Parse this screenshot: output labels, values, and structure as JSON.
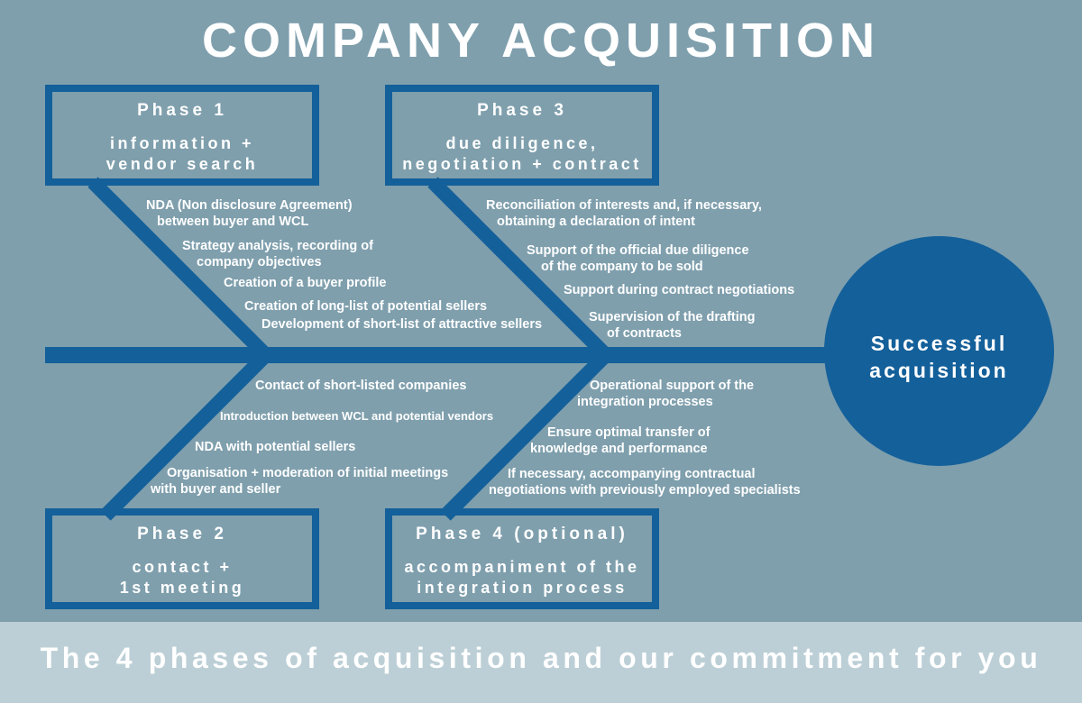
{
  "title": "COMPANY ACQUISITION",
  "phases": [
    {
      "title": "Phase 1",
      "desc_line1": "information +",
      "desc_line2": "vendor search"
    },
    {
      "title": "Phase 2",
      "desc_line1": "contact +",
      "desc_line2": "1st meeting"
    },
    {
      "title": "Phase 3",
      "desc_line1": "due diligence,",
      "desc_line2": "negotiation + contract"
    },
    {
      "title": "Phase 4 (optional)",
      "desc_line1": "accompaniment of the",
      "desc_line2": "integration process"
    }
  ],
  "phase1_items": [
    {
      "l1": "NDA (Non disclosure Agreement)",
      "l2": "between buyer and WCL"
    },
    {
      "l1": "Strategy analysis, recording of",
      "l2": "company objectives"
    },
    {
      "l1": "Creation of a buyer profile"
    },
    {
      "l1": "Creation of  long-list of potential sellers"
    },
    {
      "l1": "Development of short-list of attractive sellers"
    }
  ],
  "phase2_items": [
    {
      "l1": "Contact of short-listed companies"
    },
    {
      "l1": "Introduction between WCL and potential vendors"
    },
    {
      "l1": "NDA with potential sellers"
    },
    {
      "l1": "Organisation + moderation of initial meetings",
      "l2": "with buyer and seller"
    }
  ],
  "phase3_items": [
    {
      "l1": "Reconciliation of interests and, if necessary,",
      "l2": "obtaining a declaration of intent"
    },
    {
      "l1": "Support of the official due diligence",
      "l2": "of the company to be sold"
    },
    {
      "l1": "Support during contract negotiations"
    },
    {
      "l1": "Supervision of the drafting",
      "l2": "of contracts"
    }
  ],
  "phase4_items": [
    {
      "l1": "Operational support of the",
      "l2": "integration processes"
    },
    {
      "l1": "Ensure optimal transfer of",
      "l2": "knowledge and performance"
    },
    {
      "l1": "If necessary, accompanying contractual",
      "l2": "negotiations with previously employed specialists"
    }
  ],
  "outcome": {
    "line1": "Successful",
    "line2": "acquisition"
  },
  "footer": "The 4 phases of acquisition and our commitment for you",
  "colors": {
    "background": "#7f9fad",
    "accent": "#14609a",
    "footer_bg": "#bccfd6",
    "text": "#ffffff"
  }
}
